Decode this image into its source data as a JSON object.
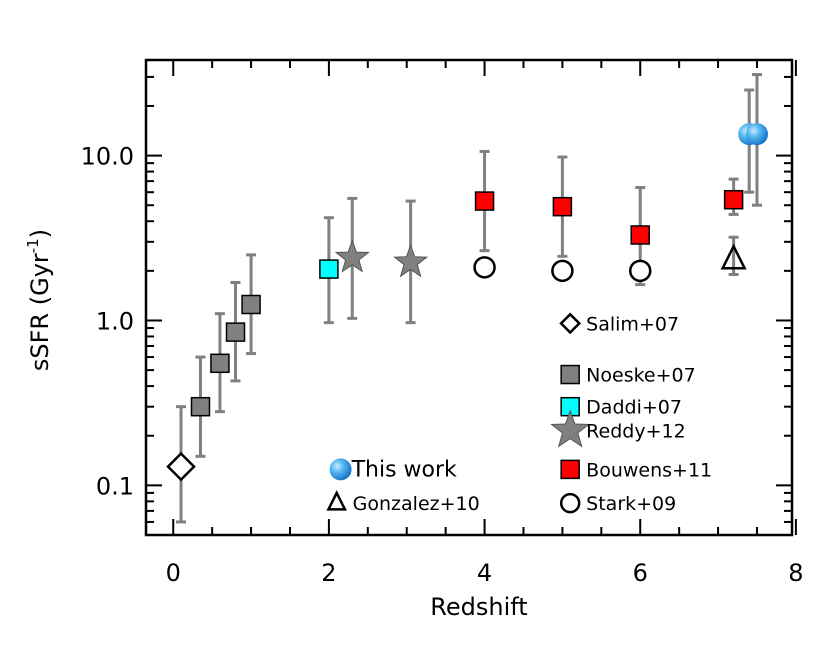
{
  "chart_data": {
    "type": "scatter",
    "xlabel": "Redshift",
    "ylabel": "sSFR (Gyr⁻¹)",
    "ylabel_main": "sSFR (Gyr",
    "ylabel_sup": "-1",
    "ylabel_end": ")",
    "xlim": [
      -0.35,
      7.95
    ],
    "ylim": [
      0.05,
      38
    ],
    "yscale": "log",
    "x_ticks": [
      0,
      2,
      4,
      6,
      8
    ],
    "x_tick_labels": [
      "0",
      "2",
      "4",
      "6",
      "8"
    ],
    "y_ticks": [
      0.1,
      1.0,
      10.0
    ],
    "y_tick_labels": [
      "0.1",
      "1.0",
      "10.0"
    ],
    "grid": false,
    "legend_position": "bottom-right",
    "colors": {
      "errorbar": "#808080",
      "noeske": "#808080",
      "daddi": "#00ffff",
      "reddy": "#808080",
      "bouwens": "#ff0000",
      "this_work": "#33a0e8"
    },
    "series": [
      {
        "name": "Salim+07",
        "marker": "diamond-open",
        "points": [
          {
            "x": 0.1,
            "y": 0.13,
            "yerr_low": 0.06,
            "yerr_high": 0.3
          }
        ]
      },
      {
        "name": "Noeske+07",
        "marker": "square-filled",
        "points": [
          {
            "x": 0.35,
            "y": 0.3,
            "yerr_low": 0.15,
            "yerr_high": 0.6
          },
          {
            "x": 0.6,
            "y": 0.55,
            "yerr_low": 0.28,
            "yerr_high": 1.1
          },
          {
            "x": 0.8,
            "y": 0.85,
            "yerr_low": 0.43,
            "yerr_high": 1.7
          },
          {
            "x": 1.0,
            "y": 1.25,
            "yerr_low": 0.63,
            "yerr_high": 2.5
          }
        ]
      },
      {
        "name": "Daddi+07",
        "marker": "square-filled",
        "points": [
          {
            "x": 2.0,
            "y": 2.05,
            "yerr_low": 0.97,
            "yerr_high": 4.2
          }
        ]
      },
      {
        "name": "Reddy+12",
        "marker": "star",
        "points": [
          {
            "x": 2.3,
            "y": 2.4,
            "yerr_low": 1.03,
            "yerr_high": 5.5
          },
          {
            "x": 3.05,
            "y": 2.25,
            "yerr_low": 0.97,
            "yerr_high": 5.3
          }
        ]
      },
      {
        "name": "Bouwens+11",
        "marker": "square-filled",
        "points": [
          {
            "x": 4.0,
            "y": 5.3,
            "yerr_low": 2.65,
            "yerr_high": 10.6
          },
          {
            "x": 5.0,
            "y": 4.9,
            "yerr_low": 2.45,
            "yerr_high": 9.8
          },
          {
            "x": 6.0,
            "y": 3.3,
            "yerr_low": 1.65,
            "yerr_high": 6.4
          },
          {
            "x": 7.2,
            "y": 5.4,
            "yerr_low": 4.4,
            "yerr_high": 7.2
          }
        ]
      },
      {
        "name": "Stark+09",
        "marker": "circle-open",
        "points": [
          {
            "x": 4.0,
            "y": 2.1
          },
          {
            "x": 5.0,
            "y": 2.0
          },
          {
            "x": 6.0,
            "y": 2.0
          }
        ]
      },
      {
        "name": "Gonzalez+10",
        "marker": "triangle-open",
        "points": [
          {
            "x": 7.2,
            "y": 2.35,
            "yerr_low": 1.9,
            "yerr_high": 3.2
          }
        ]
      },
      {
        "name": "This work",
        "marker": "sphere",
        "points": [
          {
            "x": 7.4,
            "y": 13.5,
            "yerr_low": 6.0,
            "yerr_high": 25.0
          },
          {
            "x": 7.5,
            "y": 13.5,
            "yerr_low": 5.0,
            "yerr_high": 31.0
          }
        ]
      }
    ]
  }
}
